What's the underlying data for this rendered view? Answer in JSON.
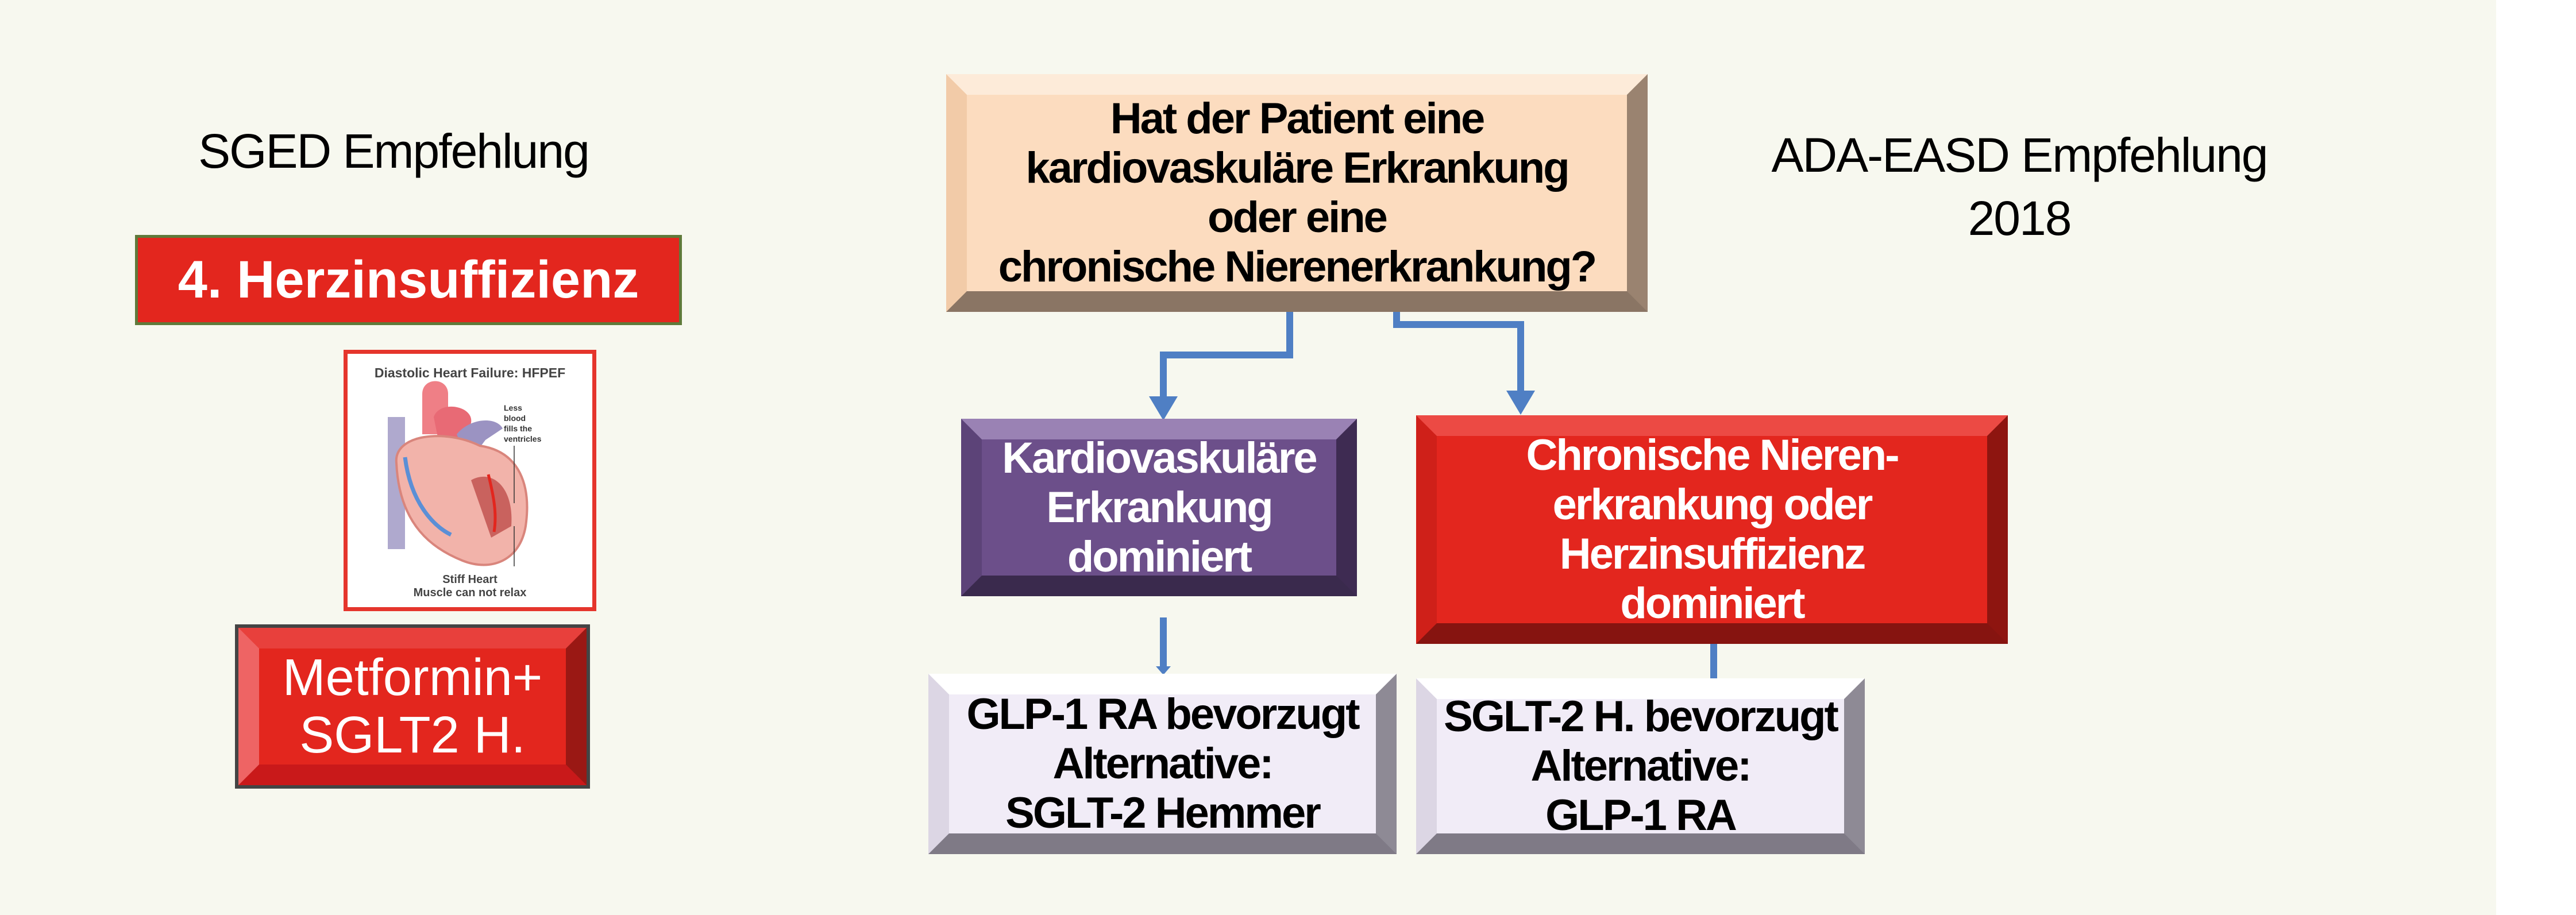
{
  "left": {
    "heading": "SGED Empfehlung",
    "category": "4. Herzinsuffizienz",
    "figure": {
      "title": "Diastolic Heart Failure: HFPEF",
      "annotation": [
        "Less",
        "blood",
        "fills the",
        "ventricles"
      ],
      "caption": [
        "Stiff Heart",
        "Muscle can not relax"
      ]
    },
    "therapy": [
      "Metformin+",
      "SGLT2 H."
    ]
  },
  "right": {
    "heading": [
      "ADA-EASD Empfehlung",
      "2018"
    ]
  },
  "flow": {
    "question": [
      "Hat der Patient eine",
      "kardiovaskuläre Erkrankung",
      "oder eine",
      "chronische Nierenerkrankung?"
    ],
    "branch_cv": [
      "Kardiovaskuläre",
      "Erkrankung",
      "dominiert"
    ],
    "branch_ckd": [
      "Chronische Nieren-",
      "erkrankung oder",
      "Herzinsuffizienz",
      "dominiert"
    ],
    "result_cv": [
      "GLP-1 RA bevorzugt",
      "Alternative:",
      "SGLT-2 Hemmer"
    ],
    "result_ckd": [
      "SGLT-2 H. bevorzugt",
      "Alternative:",
      "GLP-1 RA"
    ]
  },
  "colors": {
    "background": "#f7f8ef",
    "red": "#e3261e",
    "purple": "#6c4f8a",
    "peach": "#fcdcbf",
    "lavender": "#f1ecf7",
    "arrow": "#4f7fc4"
  }
}
